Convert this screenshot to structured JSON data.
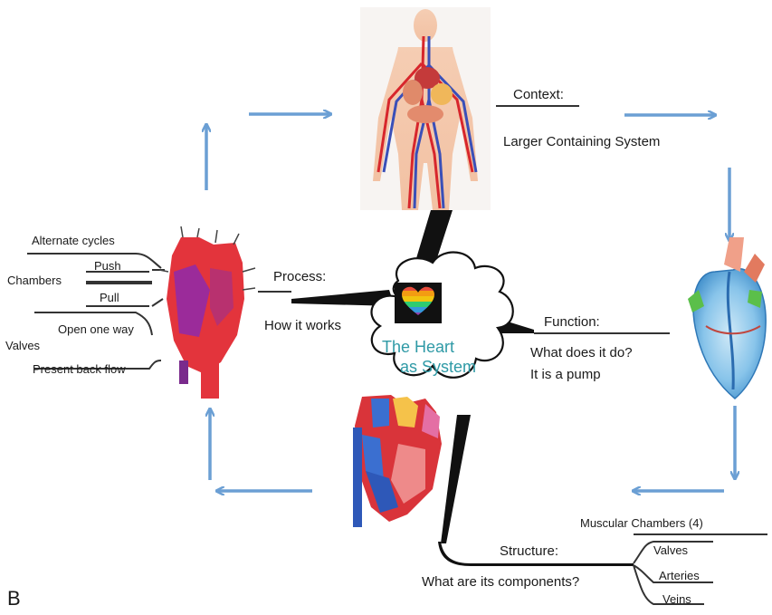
{
  "figure_label": "B",
  "center": {
    "title_line1": "The Heart",
    "title_line2": "as System",
    "heart_icon": "rainbow-heart-icon"
  },
  "context": {
    "heading": "Context:",
    "description": "Larger Containing System",
    "image": "human-circulatory-system-illustration"
  },
  "function": {
    "heading": "Function:",
    "line1": "What does it do?",
    "line2": "It is a pump",
    "image": "3d-heart-illustration"
  },
  "structure": {
    "heading": "Structure:",
    "question": "What are its components?",
    "components": [
      "Muscular Chambers (4)",
      "Valves",
      "Arteries",
      "Veins"
    ],
    "image": "heart-cross-section-illustration"
  },
  "process": {
    "heading": "Process:",
    "description": "How it works",
    "chambers_label": "Chambers",
    "chambers_items": [
      "Alternate cycles",
      "Push",
      "Pull"
    ],
    "valves_label": "Valves",
    "valves_items": [
      "Open one way",
      "Present back flow"
    ],
    "image": "heart-anatomy-illustration"
  },
  "colors": {
    "arrow": "#6b9fd4",
    "branch": "#111111",
    "title": "#2f9aa6"
  }
}
